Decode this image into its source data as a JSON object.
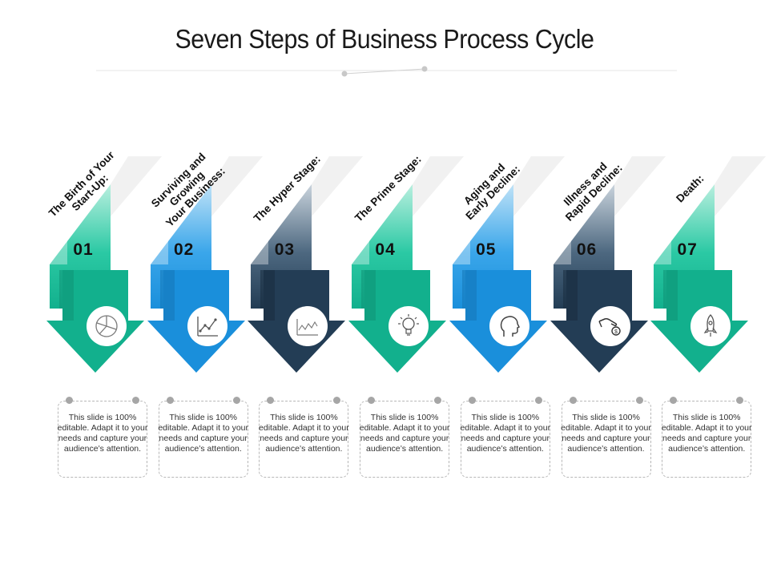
{
  "title": "Seven Steps of Business Process Cycle",
  "colors": {
    "teal": "#14b894",
    "blue": "#1b93dd",
    "navy": "#243f58"
  },
  "steps": [
    {
      "number": "01",
      "label": "The Birth of Your\nStart-Up:",
      "color": "teal",
      "icon": "pie-chart-icon",
      "description": "This slide is 100% editable. Adapt it to your needs and capture your audience’s attention."
    },
    {
      "number": "02",
      "label": "Surviving and Growing\nYour Business:",
      "color": "blue",
      "icon": "line-graph-icon",
      "description": "This slide is 100% editable. Adapt it to your needs and capture your audience’s attention."
    },
    {
      "number": "03",
      "label": "The Hyper Stage:",
      "color": "navy",
      "icon": "area-chart-icon",
      "description": "This slide is 100% editable. Adapt it to your needs and capture your audience’s attention."
    },
    {
      "number": "04",
      "label": "The Prime Stage:",
      "color": "teal",
      "icon": "light-bulb-icon",
      "description": "This slide is 100% editable. Adapt it to your needs and capture your audience’s attention."
    },
    {
      "number": "05",
      "label": "Aging and\nEarly Decline:",
      "color": "blue",
      "icon": "head-profile-icon",
      "description": "This slide is 100% editable. Adapt it to your needs and capture your audience’s attention."
    },
    {
      "number": "06",
      "label": "Illness and\nRapid Decline:",
      "color": "navy",
      "icon": "hand-coin-icon",
      "description": "This slide is 100% editable. Adapt it to your needs and capture your audience’s attention."
    },
    {
      "number": "07",
      "label": "Death:",
      "color": "teal",
      "icon": "rocket-icon",
      "description": "This slide is 100% editable. Adapt it to your needs and capture your audience’s attention."
    }
  ]
}
